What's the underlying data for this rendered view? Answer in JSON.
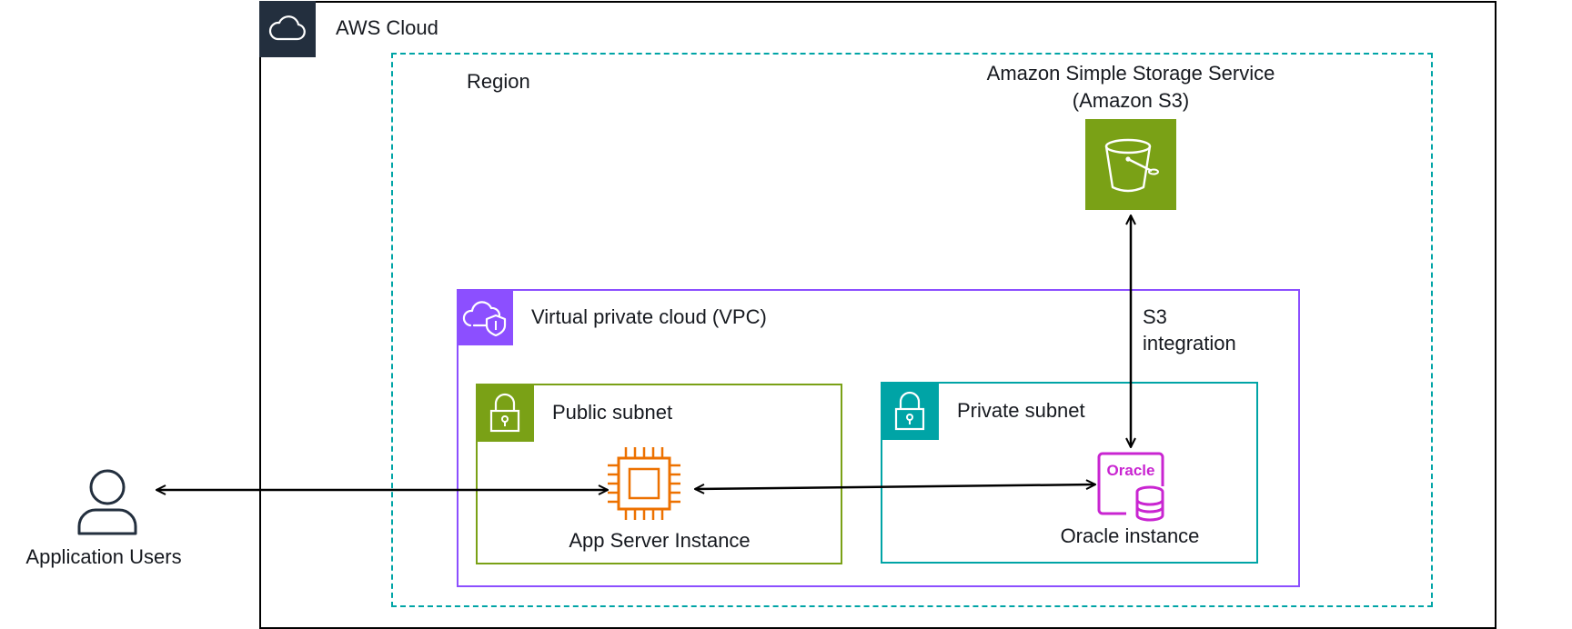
{
  "colors": {
    "aws_cloud": "#232f3e",
    "region": "#00a4a6",
    "vpc": "#8c4fff",
    "public_subnet": "#7aa116",
    "private_subnet": "#00a4a6",
    "s3": "#7aa116",
    "ec2": "#ed7100",
    "rds_oracle": "#c925d1",
    "arrow": "#000000"
  },
  "diagram": {
    "aws_cloud": {
      "label": "AWS Cloud",
      "icon": "cloud-icon"
    },
    "region": {
      "label": "Region"
    },
    "s3": {
      "label_line1": "Amazon Simple Storage Service",
      "label_line2": "(Amazon S3)",
      "icon": "bucket-icon"
    },
    "vpc": {
      "label": "Virtual private cloud (VPC)",
      "icon": "cloud-shield-icon"
    },
    "public_subnet": {
      "label": "Public subnet",
      "icon": "lock-icon"
    },
    "private_subnet": {
      "label": "Private subnet",
      "icon": "lock-icon"
    },
    "app_server": {
      "label": "App Server Instance",
      "icon": "chip-icon"
    },
    "oracle": {
      "label": "Oracle instance",
      "icon_text": "Oracle",
      "icon": "oracle-database-icon"
    },
    "users": {
      "label": "Application Users",
      "icon": "user-icon"
    },
    "s3_integration": {
      "label_line1": "S3",
      "label_line2": "integration"
    }
  }
}
